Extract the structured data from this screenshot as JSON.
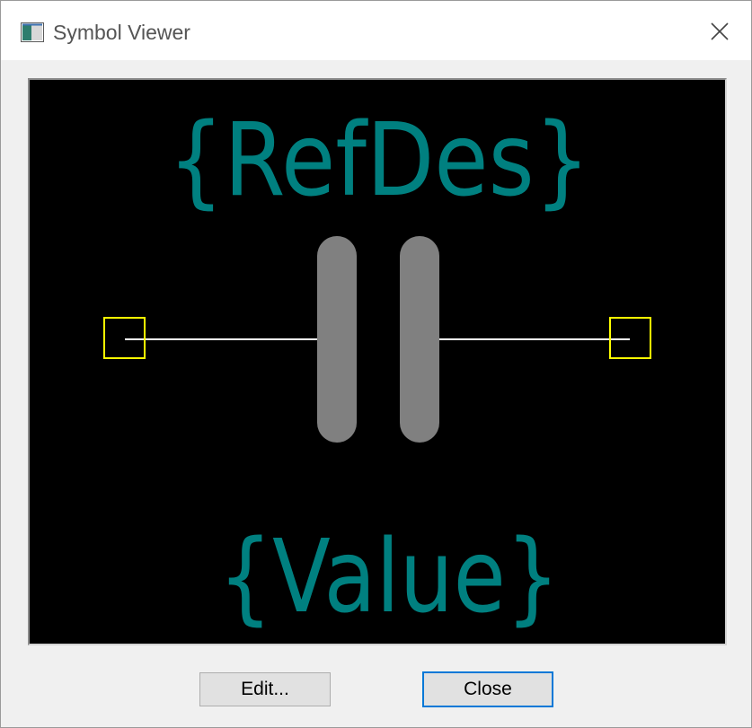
{
  "window": {
    "title": "Symbol Viewer",
    "icon": "app-window-icon",
    "close_icon": "close-icon"
  },
  "canvas": {
    "background_color": "#000000",
    "label_color": "#008080",
    "body_color": "#808080",
    "pin_color": "#ffff00",
    "lead_color": "#ffffff",
    "refdes_label": "{RefDes}",
    "value_label": "{Value}",
    "symbol": "capacitor"
  },
  "buttons": {
    "edit_label": "Edit...",
    "close_label": "Close"
  }
}
